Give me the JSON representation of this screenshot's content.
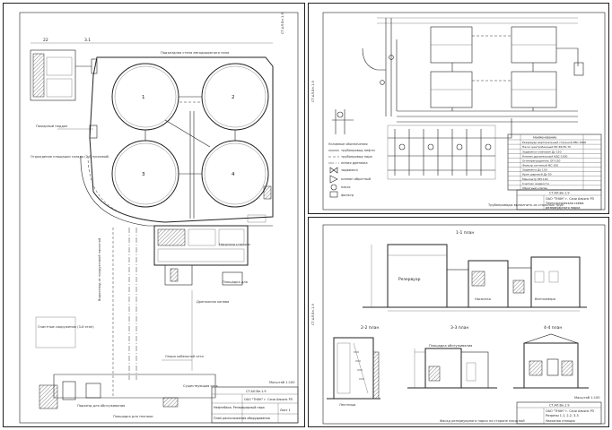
{
  "sheets": {
    "left": {
      "code_top": "СТ.АЛ.Вн.1.9",
      "labels": {
        "ring_road": "Подъездная стена автодорожного поля",
        "fire_station": "Пожарный поддон",
        "pump_house": "Насосная станция",
        "drain_pipe": "Водоотвод от продуктовой насосной",
        "pipeline_note": "Площадка для",
        "drainage": "Дренажная канава",
        "power_line": "Опора кабельной сети",
        "existing": "Существующая сеть",
        "treatment": "Очистные сооружения (3-й этап)",
        "evac_left": "Ограждение площадки склада (2-й пусковой)",
        "bottom_left": "Подъезд для обслуживания",
        "bottom_mid": "Площадка для техники"
      },
      "tank_numbers": [
        "1",
        "2",
        "3",
        "4"
      ],
      "scale": "Масштаб 1:100",
      "stamp": {
        "code": "СТ.АЛ.Вн.1.9",
        "org": "ОАО \"ТНХК\" г. Сочи Альянс РЗ",
        "title1": "Нефтебаза. Резервуарный парк",
        "title2": "План расположения оборудования",
        "sheet_no": "Лист 1"
      }
    },
    "top_right": {
      "code_top": "СТ.АЛ.Вн.1.9",
      "table_title": "Наименование",
      "table_rows": [
        "Резервуар вертикальный стальной РВС-5000",
        "Насос центробежный НК 65/35-70",
        "Задвижка клиновая Ду 150",
        "Клапан дыхательный КДС-1500",
        "Огнепреградитель ОП-150",
        "Фильтр сетчатый ФС-150",
        "Задвижка Ду 100",
        "Кран шаровой Ду 50",
        "Манометр МП-100",
        "Счетчик жидкости",
        "Обратный клапан"
      ],
      "legend_title": "Условные обозначения",
      "legend_items": [
        "трубопровод нефти",
        "трубопровод пара",
        "линия дренажа",
        "задвижка",
        "клапан обратный",
        "насос",
        "фильтр"
      ],
      "note": "Трубопроводы выполнить из стальных труб",
      "stamp": {
        "code": "СТ.АЛ.Вн.1.9",
        "org": "ОАО \"ТНХК\" г. Сочи Альянс РЗ",
        "title1": "Технологическая схема",
        "title2": "резервуарного парка"
      }
    },
    "bottom_right": {
      "code_top": "СТ.АЛ.Вн.1.9",
      "section_titles": [
        "1-1 план",
        "2-2 план",
        "3-3 план",
        "4-4 план"
      ],
      "labels": {
        "pump_room": "Насосная",
        "tank": "Резервуар",
        "vent": "Венткамера",
        "platform": "Площадка обслуживания",
        "stairs": "Лестница",
        "bottom_note": "Фасад резервуарного парка по стороне насосной"
      },
      "scale": "Масштаб 1:100",
      "stamp": {
        "code": "СТ.АЛ.Вн.1.9",
        "org": "ОАО \"ТНХК\" г. Сочи Альянс РЗ",
        "title1": "Разрезы 1-1, 2-2, 3-3",
        "title2": "Насосная станция"
      }
    }
  }
}
